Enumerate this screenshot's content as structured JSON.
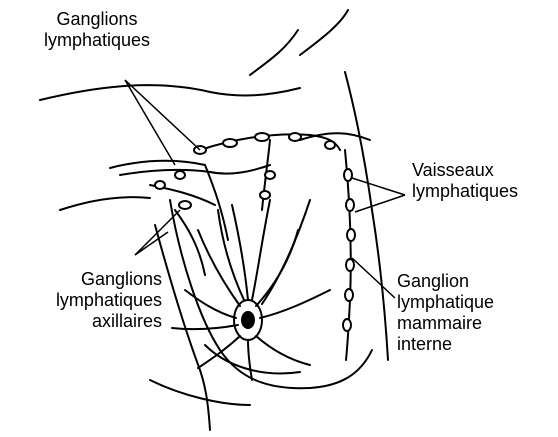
{
  "labels": {
    "top_ganglions": [
      "Ganglions",
      "lymphatiques"
    ],
    "vaisseaux": [
      "Vaisseaux",
      "lymphatiques"
    ],
    "axillaires": [
      "Ganglions",
      "lymphatiques",
      "axillaires"
    ],
    "mammaire": [
      "Ganglion",
      "lymphatique",
      "mammaire",
      "interne"
    ]
  }
}
